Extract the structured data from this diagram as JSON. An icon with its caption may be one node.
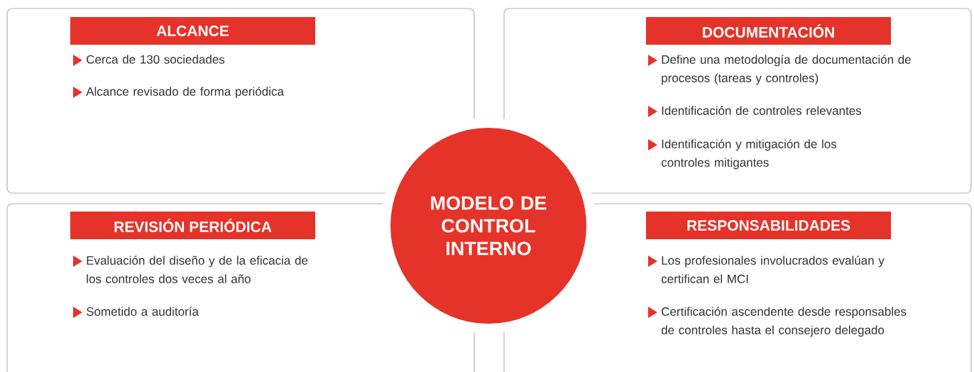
{
  "diagram": {
    "nodes": [
      {
        "text": [
          "Cerca de 130 sociedades",
          "Alcance revisado de forma periódica"
        ]
      },
      {
        "text": [
          "ALCANCE"
        ],
        "in": 0
      },
      {
        "text": [
          "Define una metodología de documentación de procesos (tareas y controles)",
          "Identificación de controles relevantes",
          "Identificación y mitigación de los controles mitigantes"
        ]
      },
      {
        "text": [
          "DOCUMENTACIÓN"
        ],
        "in": 2
      },
      {
        "text": [
          "MODELO DE CONTROL INTERNO"
        ]
      },
      {
        "text": [
          "Evaluación del diseño y de la eficacia de los controles dos veces al año",
          "Sometido a auditoría"
        ]
      },
      {
        "text": [
          "REVISIÓN PERIÓDICA"
        ],
        "in": 5
      },
      {
        "text": [
          "Los profesionales involucrados evalúan y certifican el MCI",
          "Certificación ascendente desde responsables de controles hasta el consejero delegado"
        ]
      },
      {
        "text": [
          "RESPONSABILIDADES"
        ],
        "in": 7
      }
    ],
    "edges": []
  }
}
